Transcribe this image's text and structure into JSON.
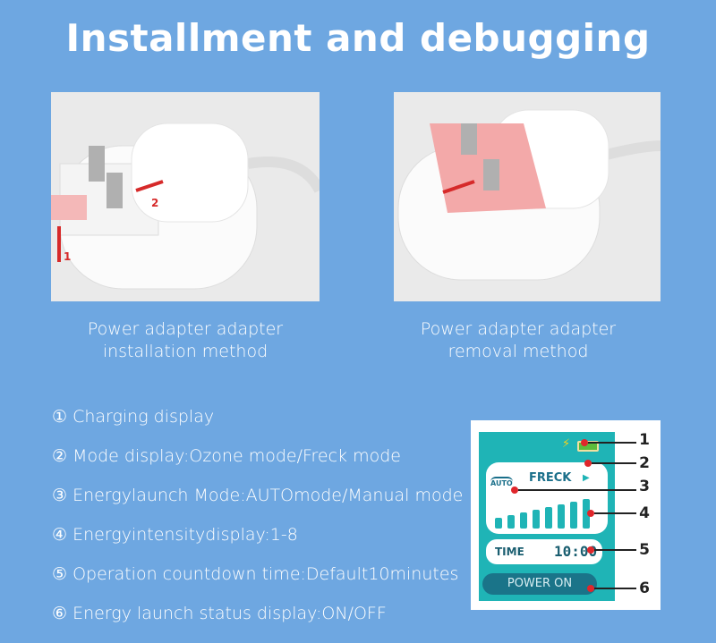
{
  "title": "Installment and debugging",
  "photos": [
    {
      "caption_line1": "Power adapter adapter",
      "caption_line2": "installation method",
      "markers": [
        "1",
        "2"
      ]
    },
    {
      "caption_line1": "Power adapter adapter",
      "caption_line2": "removal method"
    }
  ],
  "features": [
    "① Charging display",
    "② Mode display:Ozone mode/Freck mode",
    "③ Energylaunch Mode:AUTOmode/Manual mode",
    "④ Energyintensitydisplay:1-8",
    "⑤ Operation countdown time:Default10minutes",
    "⑥ Energy launch status display:ON/OFF"
  ],
  "display": {
    "auto": "AUTO",
    "mode": "FRECK",
    "time_label": "TIME",
    "time_value": "10:00",
    "power": "POWER ON",
    "intensity_level": 8,
    "callouts": [
      "1",
      "2",
      "3",
      "4",
      "5",
      "6"
    ]
  },
  "colors": {
    "background": "#6ea7e1",
    "screen": "#1fb4b6",
    "accent": "#e0262b"
  }
}
